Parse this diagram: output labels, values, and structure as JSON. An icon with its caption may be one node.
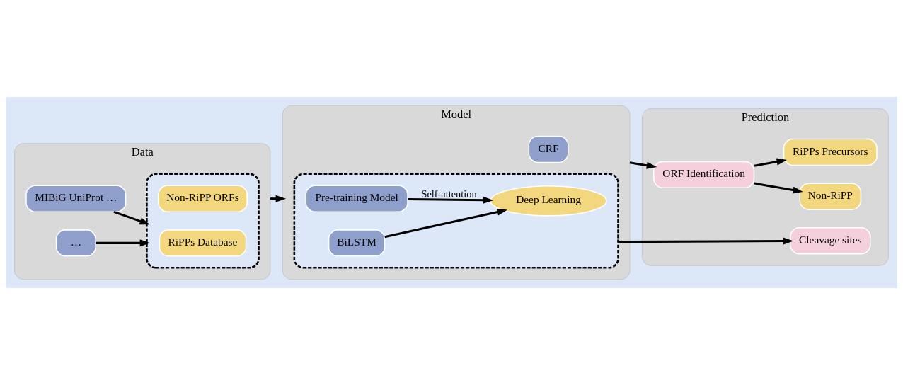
{
  "diagram": {
    "nodes": [
      {
        "text": [
          "Data"
        ]
      },
      {
        "text": [
          "MIBiG UniProt …"
        ],
        "in": 0
      },
      {
        "text": [
          "…"
        ],
        "in": 0
      },
      {
        "text": [],
        "shape": "box",
        "in": 0
      },
      {
        "text": [
          "RiPPs Database"
        ],
        "in": 3
      },
      {
        "text": [
          "Non-RiPP ORFs"
        ],
        "in": 3
      },
      {
        "text": [
          "Model"
        ]
      },
      {
        "text": [],
        "shape": "box",
        "in": 6
      },
      {
        "text": [
          "Pre-training Model"
        ],
        "in": 7
      },
      {
        "text": [
          "Deep Learning"
        ],
        "in": 7
      },
      {
        "text": [
          "BiLSTM"
        ],
        "in": 7
      },
      {
        "text": [
          "CRF"
        ],
        "in": 6
      },
      {
        "text": [
          "Prediction"
        ]
      },
      {
        "text": [
          "ORF Identification"
        ],
        "in": 12
      },
      {
        "text": [
          "Non-RiPP"
        ],
        "in": 12
      },
      {
        "text": [
          "RiPPs Precursors"
        ],
        "in": 12
      },
      {
        "text": [
          "Cleavage sites"
        ],
        "in": 12
      }
    ],
    "edges": [
      {
        "from": 1,
        "to": 3,
        "arrow": "to"
      },
      {
        "from": 2,
        "to": 3,
        "arrow": "to"
      },
      {
        "from": 0,
        "to": 6,
        "arrow": "to"
      },
      {
        "from": 8,
        "to": 9,
        "arrow": "to",
        "label": "Self-attention"
      },
      {
        "from": 10,
        "to": 9,
        "arrow": "to"
      },
      {
        "from": 6,
        "to": 13,
        "arrow": "to"
      },
      {
        "from": 7,
        "to": 16,
        "arrow": "to"
      },
      {
        "from": 13,
        "to": 14,
        "arrow": "to"
      },
      {
        "from": 13,
        "to": 15,
        "arrow": "to"
      }
    ]
  }
}
